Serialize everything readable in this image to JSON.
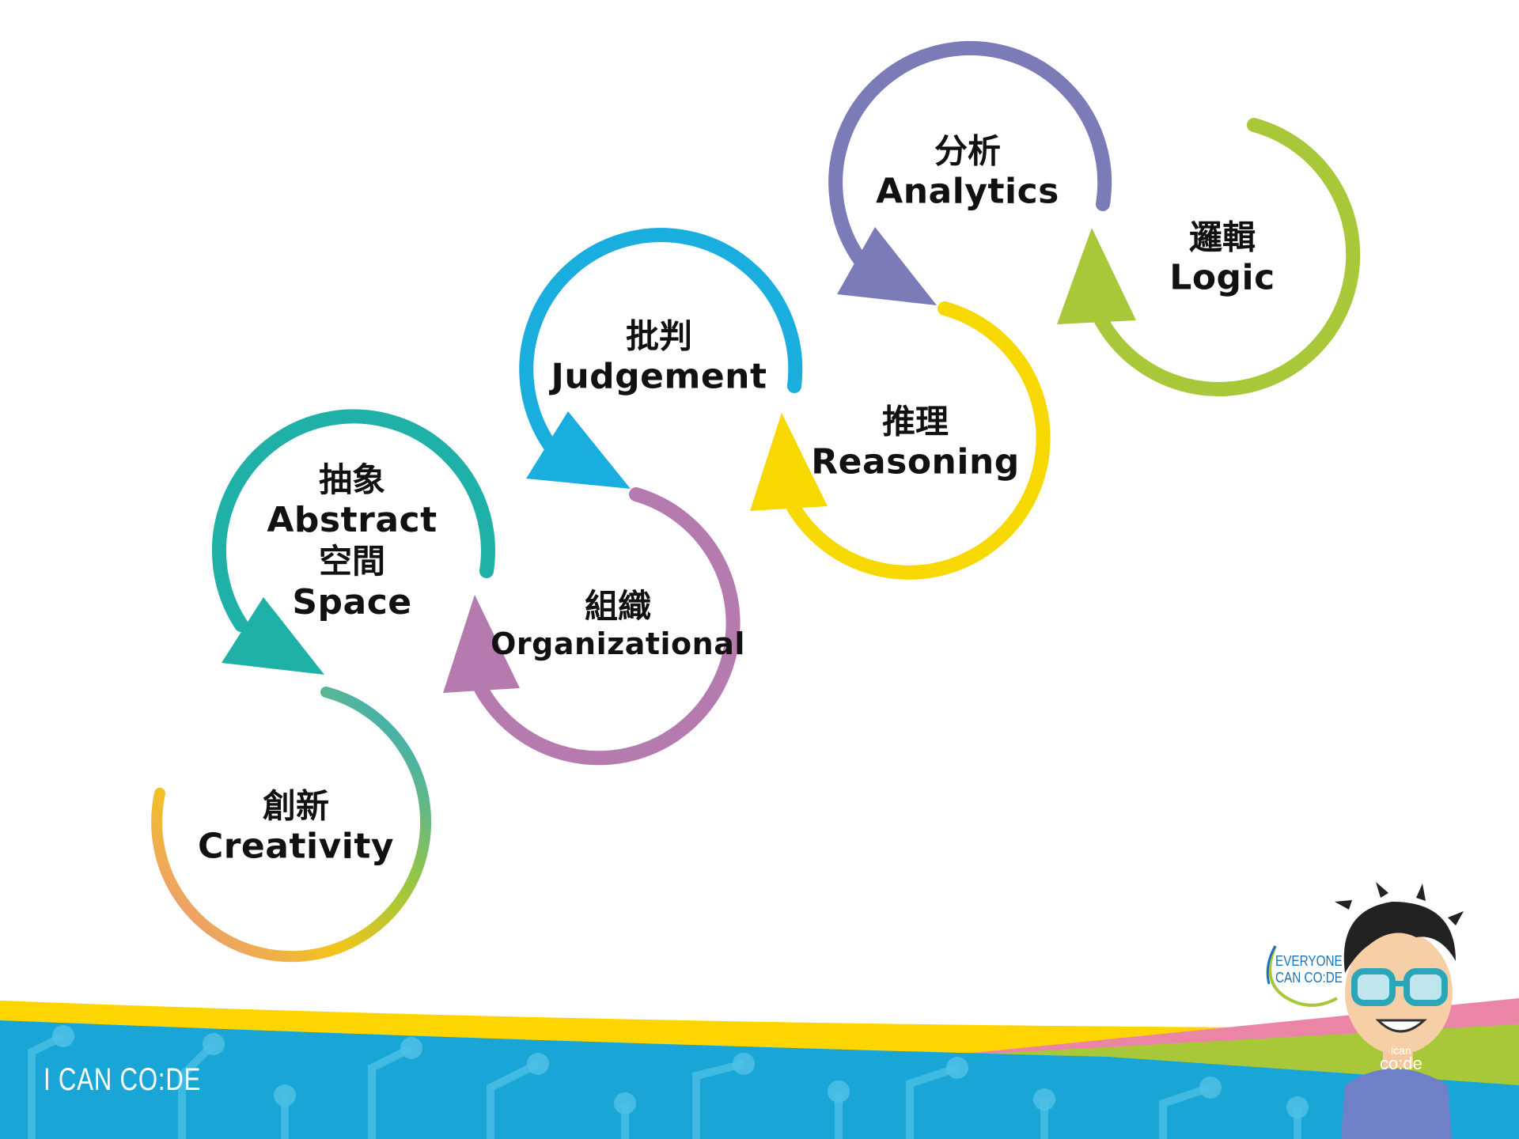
{
  "nodes": [
    {
      "id": "creativity",
      "zh": "創新",
      "en": "Creativity",
      "color": "#e8a02a"
    },
    {
      "id": "abstract",
      "zh": "抽象",
      "en": "Abstract",
      "zh2": "空間",
      "en2": "Space",
      "color": "#1fb0a8"
    },
    {
      "id": "organizational",
      "zh": "組織",
      "en": "Organizational",
      "color": "#b57aae"
    },
    {
      "id": "judgement",
      "zh": "批判",
      "en": "Judgement",
      "color": "#1aaede"
    },
    {
      "id": "reasoning",
      "zh": "推理",
      "en": "Reasoning",
      "color": "#f7d800"
    },
    {
      "id": "analytics",
      "zh": "分析",
      "en": "Analytics",
      "color": "#7b7bb8"
    },
    {
      "id": "logic",
      "zh": "邏輯",
      "en": "Logic",
      "color": "#a8c83a"
    }
  ],
  "footer": {
    "brand": "I CAN CO:DE",
    "badge_line1": "EVERYONE",
    "badge_line2": "CAN CO:DE",
    "shirt_line1": "ican",
    "shirt_line2": "co:de",
    "colors": {
      "band": "#19a6d6",
      "yellow": "#ffd500",
      "pink": "#ea85a6",
      "green": "#a8c83a"
    }
  }
}
